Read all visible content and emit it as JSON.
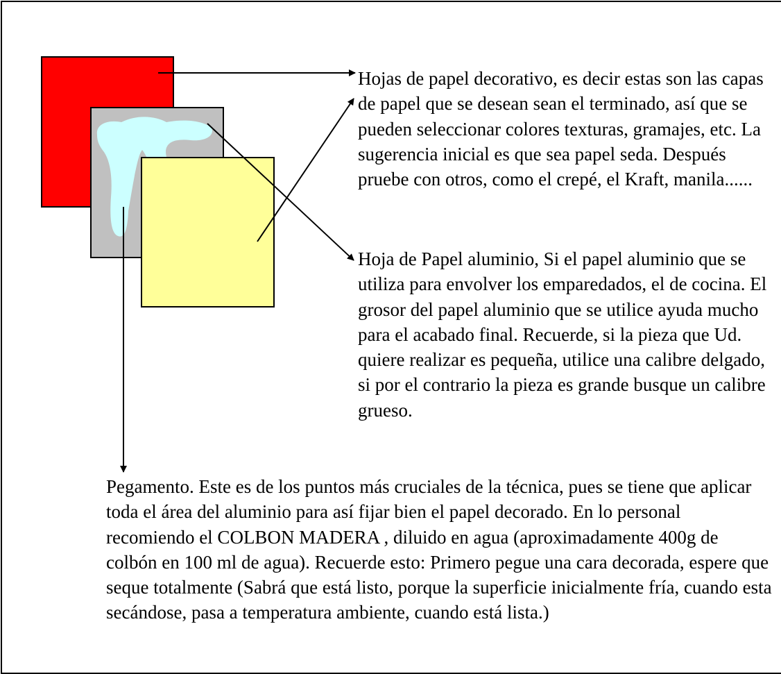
{
  "colors": {
    "decorative_sheet": "#ff0000",
    "aluminium_sheet": "#c0c0c0",
    "aluminium_shape": "#ccffff",
    "top_sheet": "#ffff99",
    "lines": "#000000"
  },
  "descriptions": {
    "decorative_paper": "Hojas de papel decorativo, es decir estas son las capas de papel que se desean sean el terminado, así que se pueden seleccionar colores texturas, gramajes, etc. La sugerencia inicial es que sea papel seda. Después pruebe con otros, como el crepé, el Kraft, manila......",
    "aluminium_foil": "Hoja de Papel aluminio, Si el papel aluminio que se utiliza para envolver los emparedados, el de cocina. El grosor del papel aluminio que se utilice ayuda mucho para el acabado final. Recuerde, si la pieza que Ud. quiere realizar es pequeña, utilice una calibre delgado, si por el contrario la pieza es grande busque un calibre grueso.",
    "glue": "Pegamento. Este es de los puntos más cruciales de la técnica, pues se tiene que aplicar toda el área del aluminio para así fijar bien el papel decorado. En lo personal recomiendo el COLBON MADERA , diluido en agua (aproximadamente 400g de colbón en  100 ml de agua). Recuerde esto: Primero pegue una cara decorada, espere que seque totalmente (Sabrá que está listo, porque la superficie inicialmente fría, cuando esta secándose, pasa a temperatura ambiente, cuando está lista.)"
  }
}
